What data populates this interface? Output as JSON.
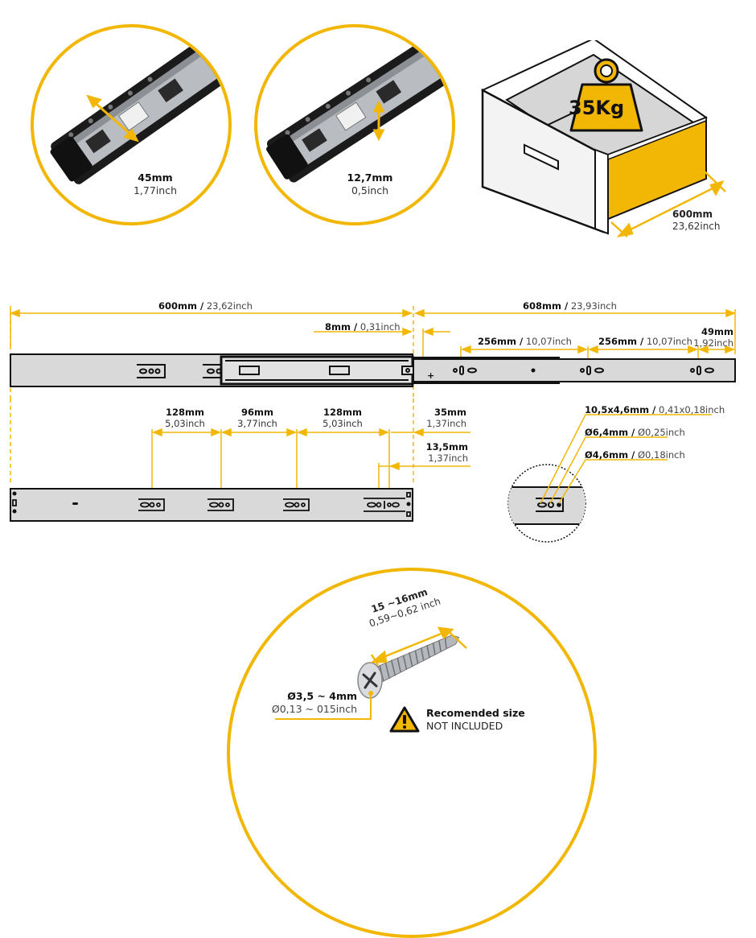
{
  "colors": {
    "accent": "#f2b705",
    "rail_fill": "#d9d9d9",
    "outline": "#111111",
    "drawer_inner": "#d6d6d6"
  },
  "top": {
    "width_callout": {
      "mm": "45mm",
      "inch": "1,77inch",
      "icon": "double-arrow-diagonal-icon"
    },
    "thickness_callout": {
      "mm": "12,7mm",
      "inch": "0,5inch",
      "icon": "double-arrow-vertical-icon"
    },
    "drawer": {
      "load": "35Kg",
      "length_mm": "600mm",
      "length_inch": "23,62inch",
      "icon": "weight-icon"
    }
  },
  "rail_top": {
    "closed_length": {
      "mm": "600mm /",
      "inch": " 23,62inch"
    },
    "extension": {
      "mm": "608mm /",
      "inch": " 23,93inch"
    },
    "offset": {
      "mm": "8mm /",
      "inch": " 0,31inch"
    },
    "spacing_1": {
      "mm": "256mm /",
      "inch": " 10,07inch"
    },
    "spacing_2": {
      "mm": "256mm /",
      "inch": " 10,07inch"
    },
    "end": {
      "mm": "49mm",
      "inch": "1,92inch"
    }
  },
  "rail_bottom": {
    "spacing": [
      {
        "mm": "128mm",
        "inch": "5,03inch"
      },
      {
        "mm": "96mm",
        "inch": "3,77inch"
      },
      {
        "mm": "128mm",
        "inch": "5,03inch"
      }
    ],
    "front_offset": {
      "mm": "35mm",
      "inch": "1,37inch"
    },
    "hole_offset": {
      "mm": "13,5mm",
      "inch": "1,37inch"
    }
  },
  "holes": {
    "slot": {
      "mm": "10,5x4,6mm /",
      "inch": " 0,41x0,18inch"
    },
    "large": {
      "mm": "Ø6,4mm /",
      "inch": " Ø0,25inch"
    },
    "small": {
      "mm": "Ø4,6mm /",
      "inch": " Ø0,18inch"
    }
  },
  "screw": {
    "length": {
      "mm": "15 ~16mm",
      "inch": "0,59~0,62 inch"
    },
    "diameter": {
      "mm": "Ø3,5 ~ 4mm",
      "inch": "Ø0,13 ~ 015inch"
    },
    "warning": {
      "title": "Recomended size",
      "subtitle": "NOT INCLUDED",
      "icon": "warning-icon"
    }
  }
}
